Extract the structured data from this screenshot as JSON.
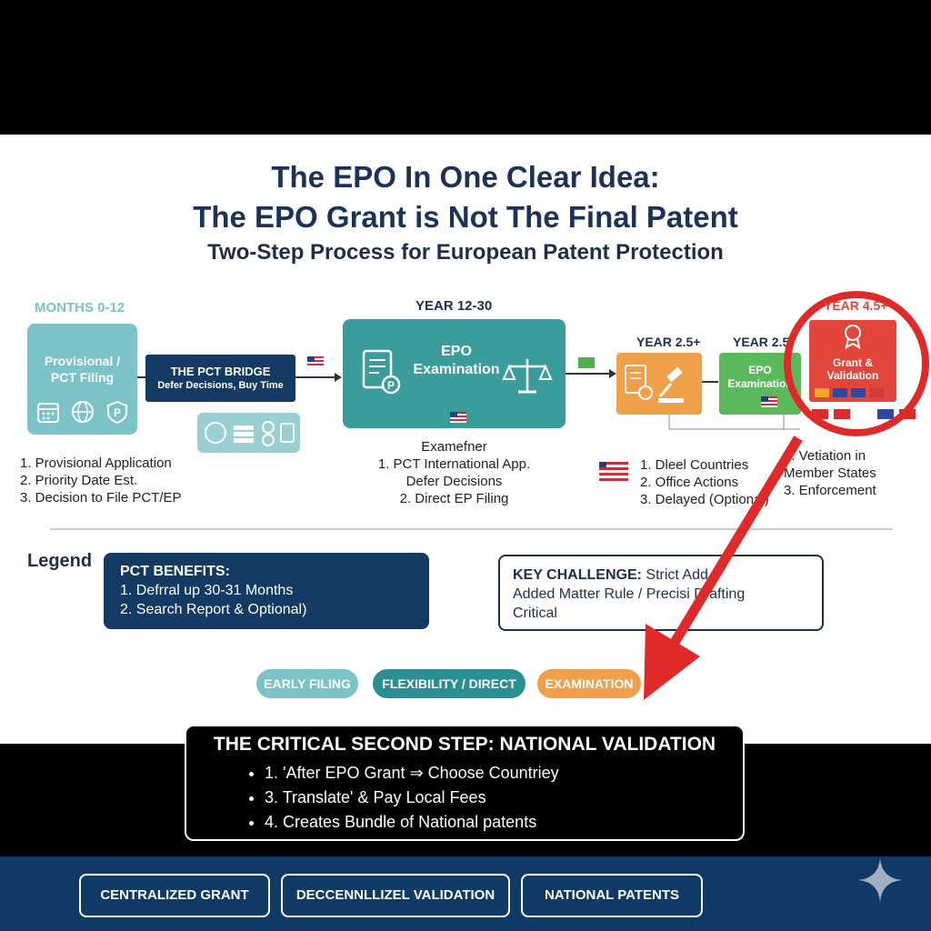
{
  "header": {
    "title_line1": "The EPO In One Clear Idea:",
    "title_line2": "The EPO Grant is Not The Final Patent",
    "subtitle": "Two-Step Process for European Patent Protection"
  },
  "timeline": {
    "months_label": "MONTHS 0-12",
    "year_12_label": "YEAR 12-30",
    "year_25a_label": "YEAR 2.5+",
    "year_25b_label": "YEAR 2.5",
    "year_45_label": "YEAR 4.5+"
  },
  "stages": {
    "provisional": {
      "title": "Provisional / PCT Filing",
      "items": [
        "1. Provisional Application",
        "2. Priority Date Est.",
        "3. Decision to File PCT/EP"
      ]
    },
    "pct_bridge": {
      "title": "THE PCT BRIDGE",
      "subtitle": "Defer Decisions, Buy Time"
    },
    "epo_exam": {
      "title": "EPO Examination",
      "caption_head": "Examefner",
      "items": [
        "1. PCT International App.",
        "Defer Decisions",
        "2. Direct EP Filing"
      ]
    },
    "small_epo": {
      "title": "EPO Examination"
    },
    "grant": {
      "title": "Grant & Validation"
    },
    "year25_items": [
      "1. Dleel Countries",
      "2. Office Actions",
      "3. Delayed (Optional)"
    ],
    "grant_items": [
      "1. Vetiation in",
      "Member States",
      "3. Enforcement"
    ]
  },
  "legend": {
    "label": "Legend",
    "pct_title": "PCT BENEFITS:",
    "pct_items": [
      "1. Defrral up 30-31 Months",
      "2. Search Report & Optional)"
    ],
    "challenge_title": "KEY CHALLENGE:",
    "challenge_text": "Strict Add",
    "challenge_line2": "Added Matter Rule / Precisi   Drafting",
    "challenge_line3": "Critical"
  },
  "pills": [
    {
      "label": "EARLY FILING",
      "color": "#7cc3c8"
    },
    {
      "label": "FLEXIBILITY / DIRECT",
      "color": "#2a8f93"
    },
    {
      "label": "EXAMINATION",
      "color": "#f0a04a"
    }
  ],
  "critical": {
    "title": "THE CRITICAL SECOND STEP: NATIONAL VALIDATION",
    "items": [
      "1. 'After EPO Grant ⇒ Choose Countriey",
      "3.  Translate' & Pay Local Fees",
      "4.  Creates Bundle of National patents"
    ]
  },
  "footer": {
    "buttons": [
      "CENTRALIZED GRANT",
      "DECCENNLLIZEL VALIDATION",
      "NATIONAL PATENTS"
    ]
  },
  "colors": {
    "navy": "#123a62",
    "teal": "#3b9c9c",
    "light_teal": "#7cc3c8",
    "orange": "#f0a04a",
    "green": "#5cb85c",
    "red": "#e0473a",
    "arrow_red": "#e02a2a"
  }
}
